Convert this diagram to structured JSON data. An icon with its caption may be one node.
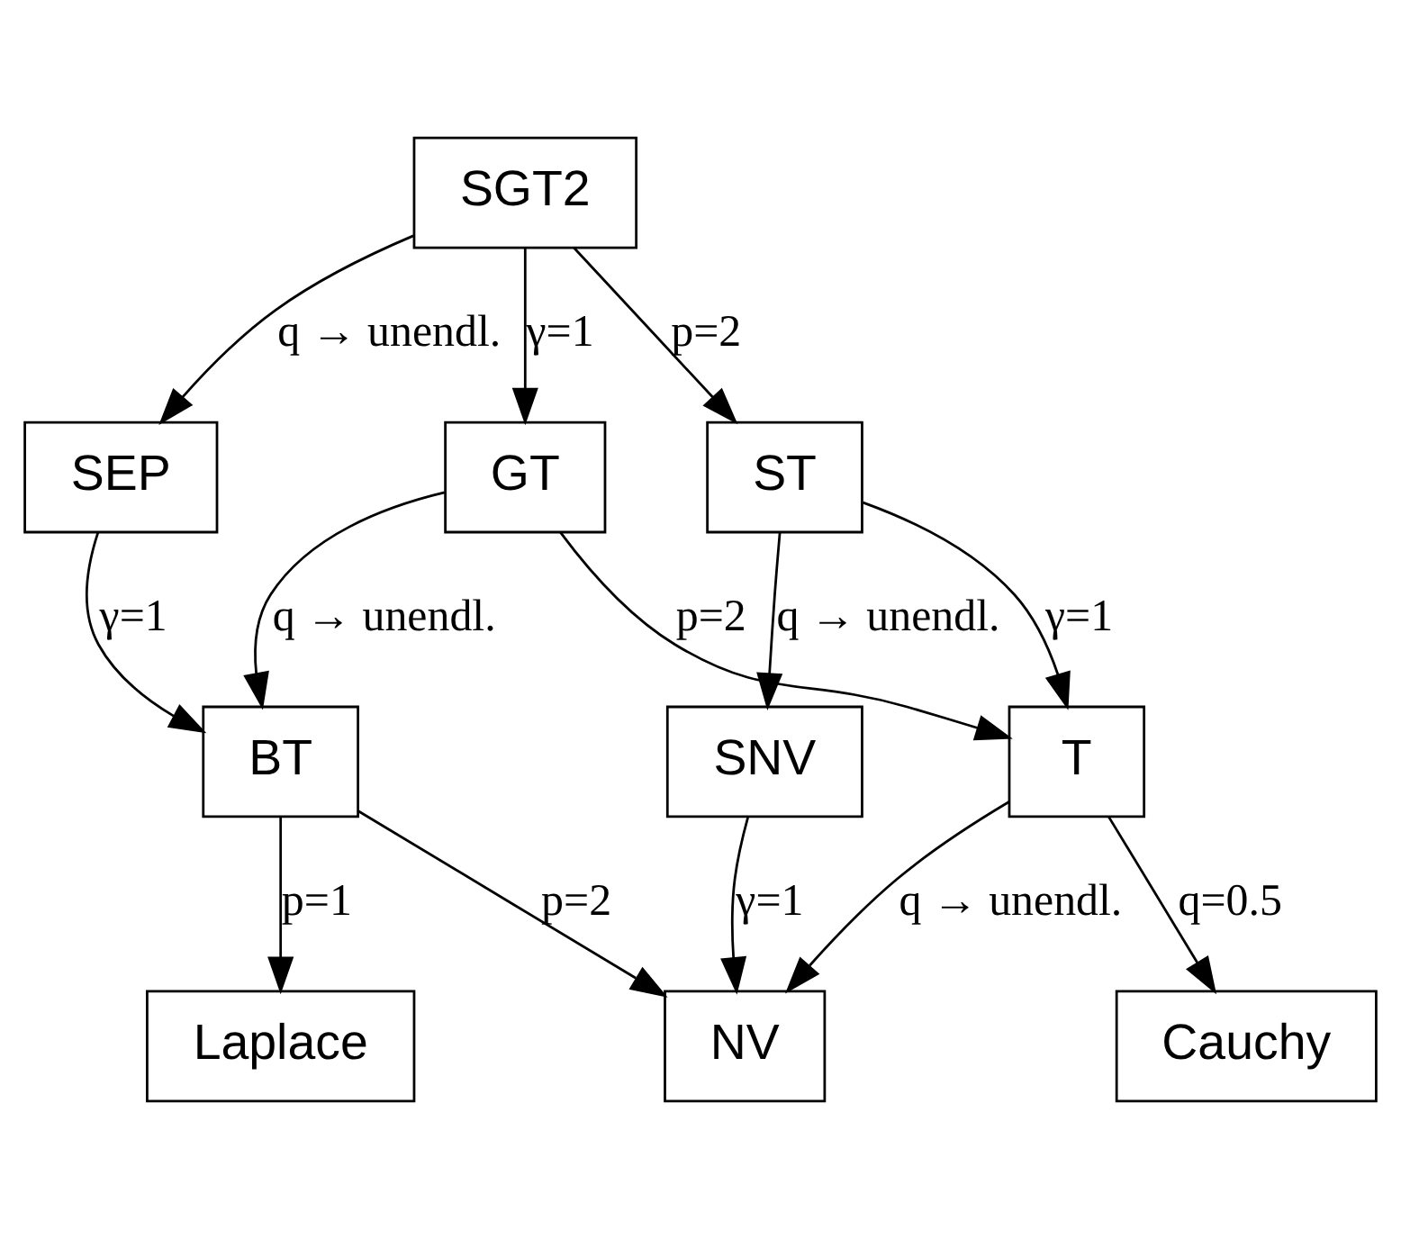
{
  "diagram": {
    "nodes": [
      {
        "text": [
          "SGT2"
        ]
      },
      {
        "text": [
          "SEP"
        ]
      },
      {
        "text": [
          "GT"
        ]
      },
      {
        "text": [
          "ST"
        ]
      },
      {
        "text": [
          "BT"
        ]
      },
      {
        "text": [
          "T"
        ]
      },
      {
        "text": [
          "SNV"
        ]
      },
      {
        "text": [
          "Laplace"
        ]
      },
      {
        "text": [
          "NV"
        ]
      },
      {
        "text": [
          "Cauchy"
        ]
      }
    ],
    "edges": [
      {
        "from": 0,
        "to": 1,
        "arrow": "to",
        "label": "q → unendl."
      },
      {
        "from": 0,
        "to": 2,
        "arrow": "to",
        "label": "γ=1"
      },
      {
        "from": 0,
        "to": 3,
        "arrow": "to",
        "label": "p=2"
      },
      {
        "from": 1,
        "to": 4,
        "arrow": "to",
        "label": "γ=1"
      },
      {
        "from": 2,
        "to": 4,
        "arrow": "to",
        "label": "q → unendl."
      },
      {
        "from": 2,
        "to": 5,
        "arrow": "to",
        "label": "p=2"
      },
      {
        "from": 3,
        "to": 5,
        "arrow": "to",
        "label": "γ=1"
      },
      {
        "from": 3,
        "to": 6,
        "arrow": "to",
        "label": "q → unendl."
      },
      {
        "from": 4,
        "to": 7,
        "arrow": "to",
        "label": "p=1"
      },
      {
        "from": 4,
        "to": 8,
        "arrow": "to",
        "label": "p=2"
      },
      {
        "from": 5,
        "to": 8,
        "arrow": "to",
        "label": "q → unendl."
      },
      {
        "from": 5,
        "to": 9,
        "arrow": "to",
        "label": "q=0.5"
      },
      {
        "from": 6,
        "to": 8,
        "arrow": "to",
        "label": "γ=1"
      }
    ]
  }
}
